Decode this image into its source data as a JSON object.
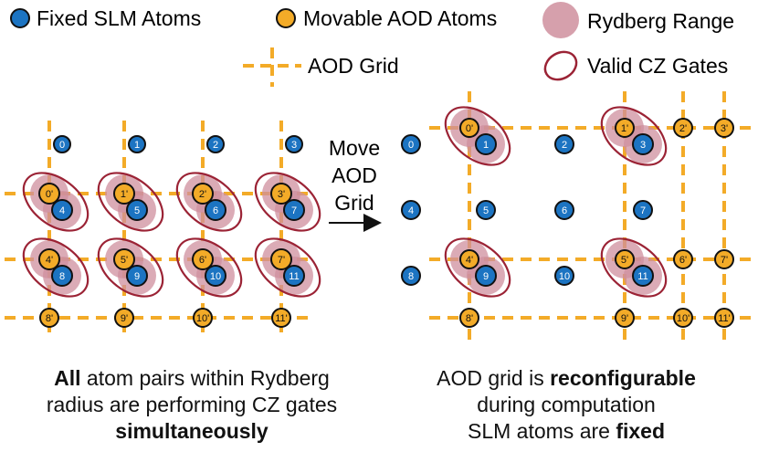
{
  "colors": {
    "slm_fill": "#1c74c2",
    "aod_fill": "#f3ab28",
    "aod_fill_inner": "#e39a1a",
    "rydberg_fill": "#cf8f9d",
    "gate_outline": "#9b2335",
    "grid_line": "#f3ab28",
    "atom_outline": "#111111"
  },
  "legend": {
    "fixed_slm": "Fixed SLM Atoms",
    "movable_aod": "Movable AOD Atoms",
    "rydberg": "Rydberg Range",
    "aod_grid": "AOD Grid",
    "valid_cz": "Valid CZ Gates"
  },
  "arrow_label": [
    "Move",
    "AOD",
    "Grid"
  ],
  "left_panel": {
    "slm_labels": [
      "0",
      "1",
      "2",
      "3",
      "4",
      "5",
      "6",
      "7",
      "8",
      "9",
      "10",
      "11"
    ],
    "aod_labels": [
      "0'",
      "1'",
      "2'",
      "3'",
      "4'",
      "5'",
      "6'",
      "7'",
      "8'",
      "9'",
      "10'",
      "11'"
    ]
  },
  "right_panel": {
    "slm_labels": [
      "0",
      "1",
      "2",
      "3",
      "4",
      "5",
      "6",
      "7",
      "8",
      "9",
      "10",
      "11"
    ],
    "aod_labels": [
      "0'",
      "1'",
      "2'",
      "3'",
      "4'",
      "5'",
      "6'",
      "7'",
      "8'",
      "9'",
      "10'",
      "11'"
    ]
  },
  "captions": {
    "left": {
      "bold_lead": "All",
      "line1_rest": " atom pairs within Rydberg",
      "line2": "radius are performing CZ gates",
      "line3_bold": "simultaneously"
    },
    "right": {
      "line1_pre": "AOD grid is ",
      "line1_bold": "reconfigurable",
      "line2": "during computation",
      "line3_pre": "SLM atoms are ",
      "line3_bold": "fixed"
    }
  }
}
